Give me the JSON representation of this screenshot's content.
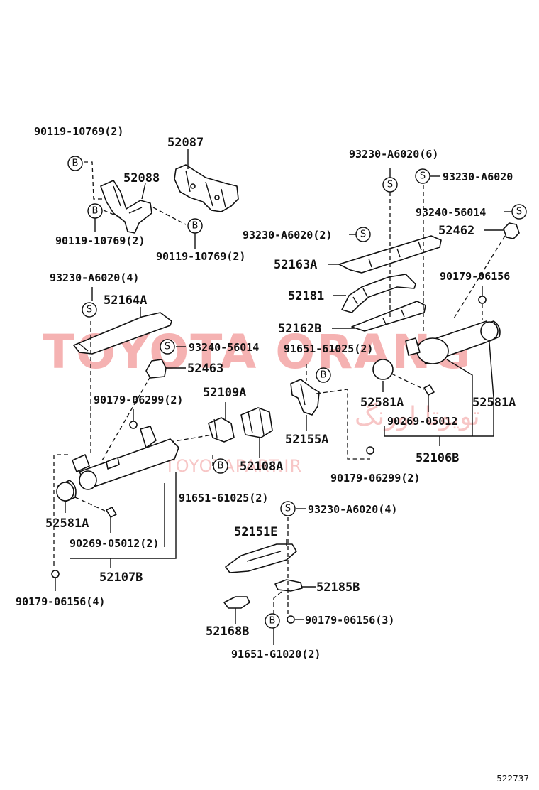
{
  "watermark": {
    "brand": "TOYOTA ORANG",
    "persian": "تویوتا اورنگ",
    "url": "TOYOTAPART.IR"
  },
  "figure_code": "522737",
  "symbols": {
    "bolt": "B",
    "screw": "S"
  },
  "labels": {
    "bolt_90119_top": "90119-10769(2)",
    "bracket_52087": "52087",
    "bracket_52088": "52088",
    "bolt_90119_mid": "90119-10769(2)",
    "bolt_90119_right": "90119-10769(2)",
    "screw_93230_top": "93230-A6020(6)",
    "screw_93230_right": "93230-A6020",
    "screw_93240_right": "93240-56014",
    "cap_52462": "52462",
    "screw_93230_mid": "93230-A6020(2)",
    "plate_52163A": "52163A",
    "clip_90179_right": "90179-06156",
    "bracket_52181": "52181",
    "screw_93230_left": "93230-A6020(4)",
    "cover_52164A": "52164A",
    "plate_52162B": "52162B",
    "screw_93240_left": "93240-56014",
    "bolt_91651_top": "91651-61025(2)",
    "cap_52463": "52463",
    "clip_90179_left": "90179-06299(2)",
    "bracket_52109A": "52109A",
    "cap_52581A_mid": "52581A",
    "cap_52581A_right": "52581A",
    "bolt_90269_right": "90269-05012",
    "bracket_52155A": "52155A",
    "pipe_52106B": "52106B",
    "bracket_52108A": "52108A",
    "clip_90179_mid": "90179-06299(2)",
    "bolt_91651_bottom": "91651-61025(2)",
    "screw_93230_bottom": "93230-A6020(4)",
    "cap_52581A_left": "52581A",
    "plate_52151E": "52151E",
    "bolt_90269_left": "90269-05012(2)",
    "pipe_52107B": "52107B",
    "bracket_52185B": "52185B",
    "clip_90179_bottom_left": "90179-06156(4)",
    "clip_90179_bottom": "90179-06156(3)",
    "pad_52168B": "52168B",
    "bolt_91651_g": "91651-G1020(2)"
  }
}
